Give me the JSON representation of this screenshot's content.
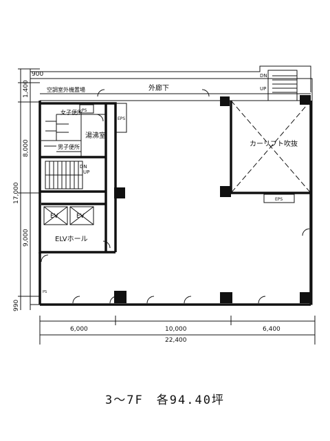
{
  "rooms": {
    "outdoor_unit_area": "空調室外機置場",
    "outer_corridor": "外廊下",
    "ps": "PS",
    "womens_toilet": "女子便所",
    "eps": "EPS",
    "kitchenette": "湯沸室",
    "mens_toilet": "男子便所",
    "car_lift_void": "カーリフト吹抜",
    "elv_hall": "ELVホール",
    "ev1": "EV",
    "ev2": "EV",
    "eps_right": "EPS",
    "ps_bottom": "PS"
  },
  "stairs": {
    "dn": "DN",
    "up": "UP"
  },
  "dimensions": {
    "top": "900",
    "left_1": "1,400",
    "left_2": "8,000",
    "left_3": "17,000",
    "left_4": "9,000",
    "left_5": "990",
    "bottom_1": "6,000",
    "bottom_2": "10,000",
    "bottom_3": "6,400",
    "bottom_total": "22,400"
  },
  "caption": "3～7F　各94.40坪"
}
